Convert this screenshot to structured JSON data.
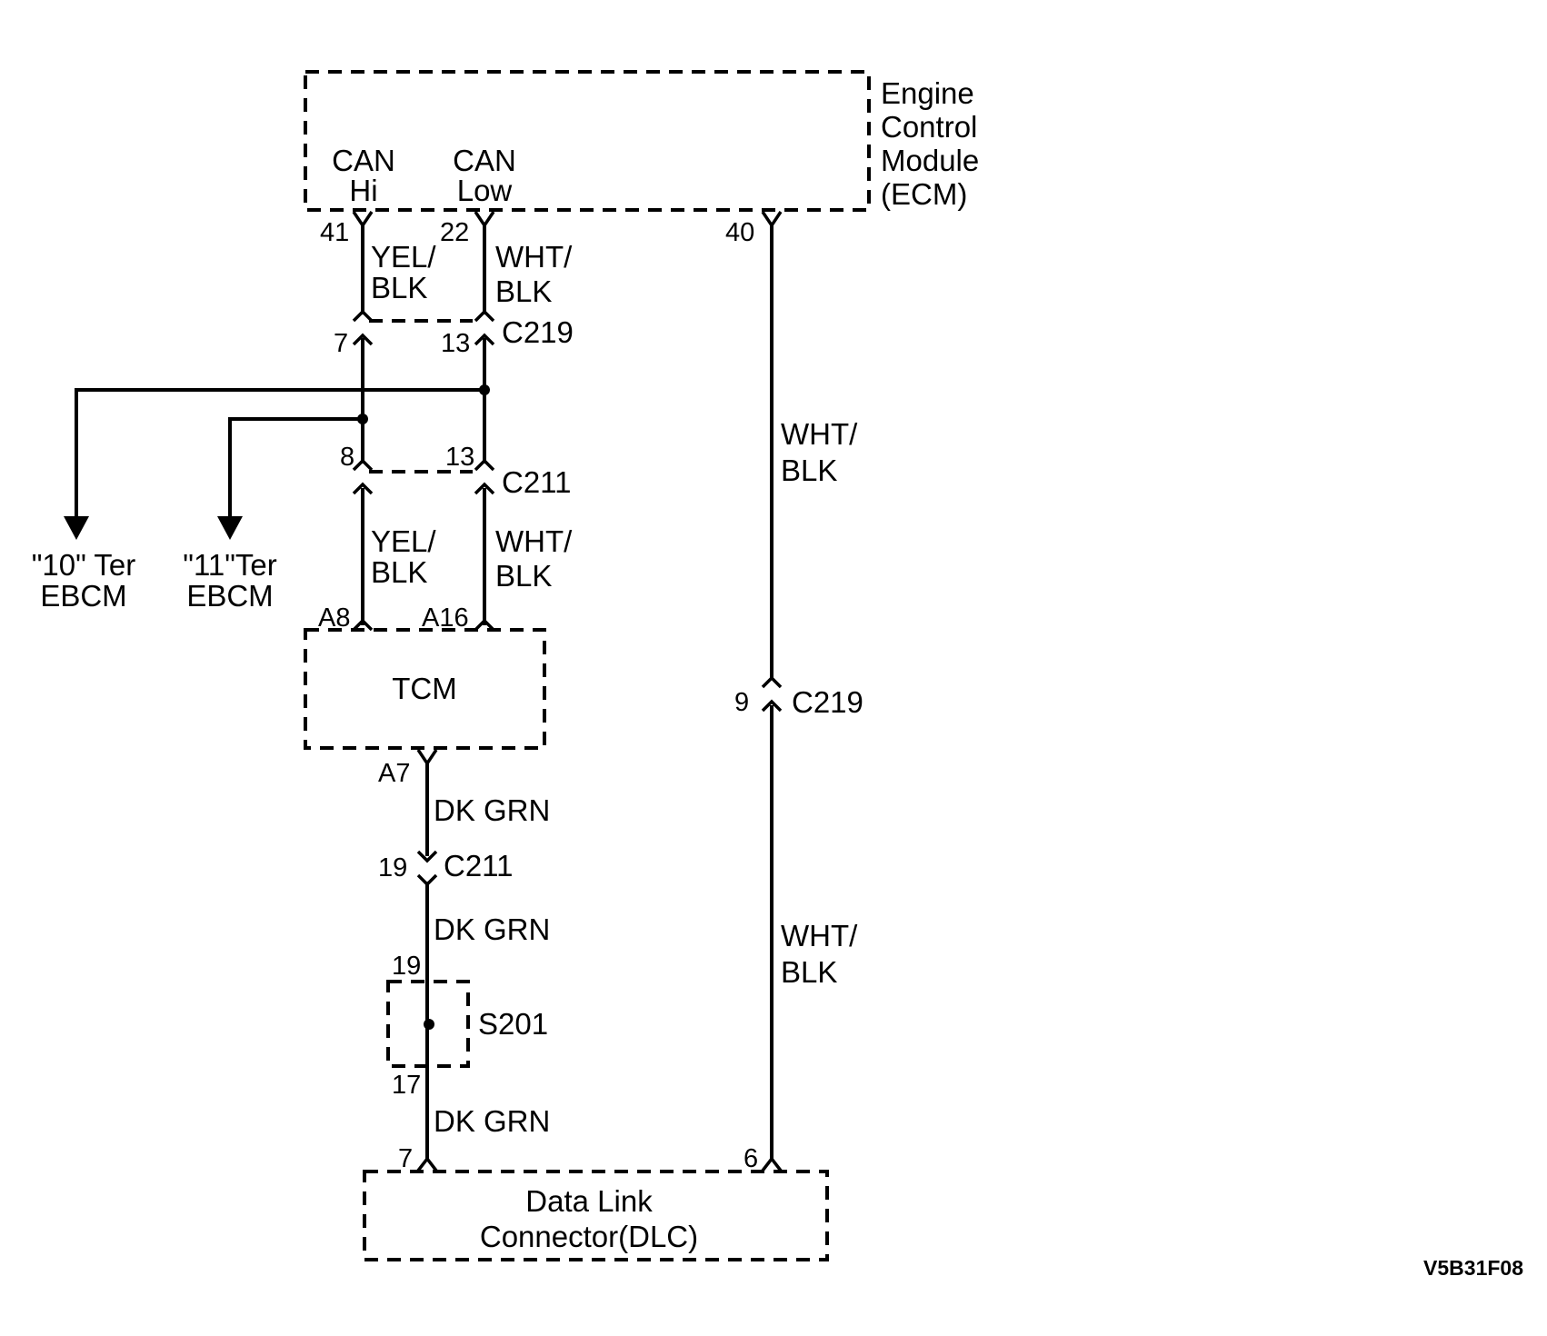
{
  "modules": {
    "ecm": {
      "line1": "Engine",
      "line2": "Control",
      "line3": "Module",
      "line4": "(ECM)",
      "can_hi_line1": "CAN",
      "can_hi_line2": "Hi",
      "can_low_line1": "CAN",
      "can_low_line2": "Low"
    },
    "tcm": {
      "label": "TCM"
    },
    "dlc": {
      "line1": "Data Link",
      "line2": "Connector(DLC)"
    },
    "splice": {
      "label": "S201"
    }
  },
  "pins": {
    "ecm_41": "41",
    "ecm_22": "22",
    "ecm_40": "40",
    "c219_7": "7",
    "c219_13": "13",
    "c211_8": "8",
    "c211_13": "13",
    "tcm_a8": "A8",
    "tcm_a16": "A16",
    "tcm_a7": "A7",
    "c211_19": "19",
    "s201_19": "19",
    "s201_17": "17",
    "dlc_7": "7",
    "dlc_6": "6",
    "c219_9": "9"
  },
  "connectors": {
    "c219_top": "C219",
    "c211_mid": "C211",
    "c211_low": "C211",
    "c219_right": "C219"
  },
  "wires": {
    "yel_blk_upper_1": "YEL/",
    "yel_blk_upper_2": "BLK",
    "wht_blk_upper_1": "WHT/",
    "wht_blk_upper_2": "BLK",
    "yel_blk_lower_1": "YEL/",
    "yel_blk_lower_2": "BLK",
    "wht_blk_lower_1": "WHT/",
    "wht_blk_lower_2": "BLK",
    "wht_blk_right_upper_1": "WHT/",
    "wht_blk_right_upper_2": "BLK",
    "wht_blk_right_lower_1": "WHT/",
    "wht_blk_right_lower_2": "BLK",
    "dk_grn_1": "DK GRN",
    "dk_grn_2": "DK GRN",
    "dk_grn_3": "DK GRN"
  },
  "offpage": {
    "ebcm_10_line1": "\"10\" Ter",
    "ebcm_10_line2": "EBCM",
    "ebcm_11_line1": "\"11\"Ter",
    "ebcm_11_line2": "EBCM"
  },
  "figure_id": "V5B31F08"
}
